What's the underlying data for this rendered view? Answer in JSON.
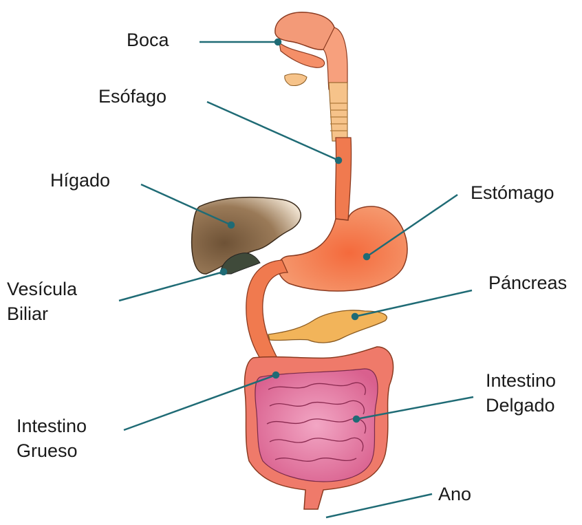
{
  "labels": {
    "boca": "Boca",
    "esofago": "Esófago",
    "higado": "Hígado",
    "vesicula": "Vesícula\nBiliar",
    "estomago": "Estómago",
    "pancreas": "Páncreas",
    "intestino_delgado": "Intestino\nDelgado",
    "intestino_grueso": "Intestino\nGrueso",
    "ano": "Ano"
  },
  "colors": {
    "leader_line": "#1f6b75",
    "digestive_tract": "#f07a4f",
    "liver": "#8a6a4a",
    "pancreas": "#f2b45a",
    "small_intestine": "#e07aa0",
    "large_intestine": "#ef7a6a",
    "gallbladder": "#3f4a3a"
  }
}
